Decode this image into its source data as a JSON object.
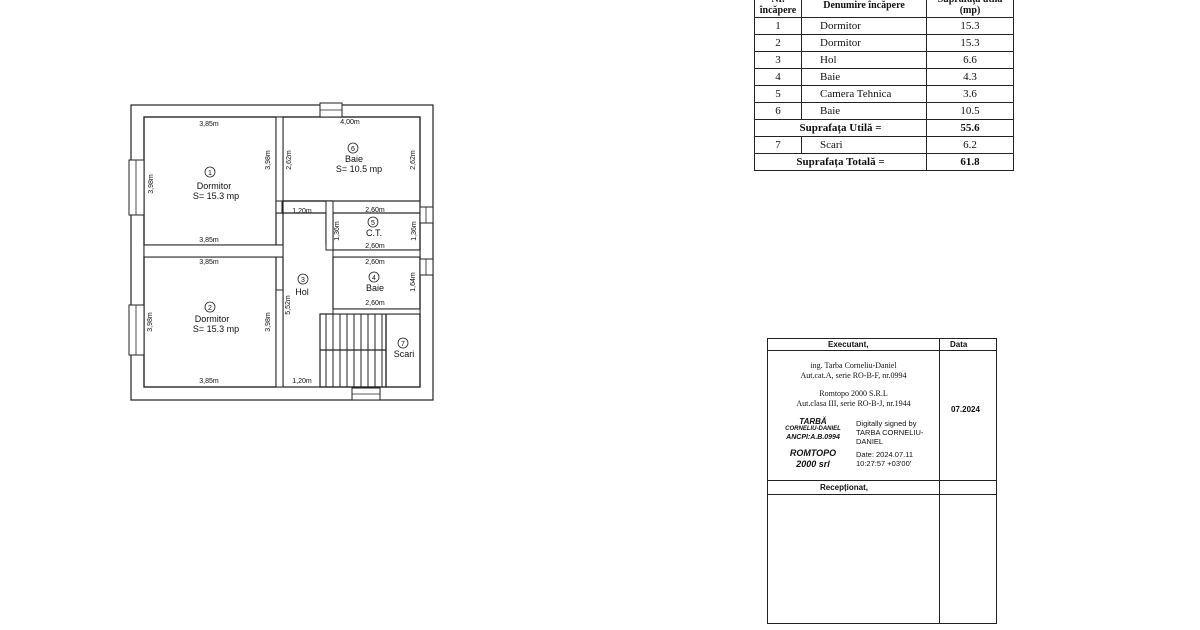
{
  "plan": {
    "rooms": [
      {
        "num": "1",
        "name": "Dormitor",
        "area": "S= 15.3 mp"
      },
      {
        "num": "2",
        "name": "Dormitor",
        "area": "S= 15.3 mp"
      },
      {
        "num": "3",
        "name": "Hol"
      },
      {
        "num": "4",
        "name": "Baie"
      },
      {
        "num": "5",
        "name": "C.T."
      },
      {
        "num": "6",
        "name": "Baie",
        "area": "S= 10.5 mp"
      },
      {
        "num": "7",
        "name": "Scari"
      }
    ],
    "dims": {
      "d385a": "3,85m",
      "d385b": "3,85m",
      "d385c": "3,85m",
      "d385d": "3,85m",
      "d400": "4,00m",
      "d120a": "1,20m",
      "d120b": "1,20m",
      "d260a": "2,60m",
      "d260b": "2,60m",
      "d260c": "2,60m",
      "d260d": "2,60m",
      "d398a": "3,98m",
      "d398b": "3,98m",
      "d398c": "3,98m",
      "d398d": "3,98m",
      "d262a": "2,62m",
      "d262b": "2,62m",
      "d136a": "1,36m",
      "d136b": "1,36m",
      "d164": "1,64m",
      "d552": "5,52m"
    }
  },
  "table": {
    "headers": [
      "Nr. încăpere",
      "Denumire încăpere",
      "Suprafața utilă (mp)"
    ],
    "rows": [
      {
        "nr": "1",
        "name": "Dormitor",
        "area": "15.3"
      },
      {
        "nr": "2",
        "name": "Dormitor",
        "area": "15.3"
      },
      {
        "nr": "3",
        "name": "Hol",
        "area": "6.6"
      },
      {
        "nr": "4",
        "name": "Baie",
        "area": "4.3"
      },
      {
        "nr": "5",
        "name": "Camera Tehnica",
        "area": "3.6"
      },
      {
        "nr": "6",
        "name": "Baie",
        "area": "10.5"
      }
    ],
    "util_label": "Suprafața Utilă =",
    "util_value": "55.6",
    "stairs": {
      "nr": "7",
      "name": "Scari",
      "area": "6.2"
    },
    "total_label": "Suprafața Totală =",
    "total_value": "61.8"
  },
  "title_block": {
    "executant_label": "Executant,",
    "data_label": "Data",
    "line1": "ing. Tarba Corneliu-Daniel",
    "line2": "Aut.cat.A, serie RO-B-F, nr.0994",
    "line3": "Romtopo 2000 S.R.L",
    "line4": "Aut.clasa III, serie RO-B-J, nr.1944",
    "date": "07.2024",
    "stamp1": "TARBĂ",
    "stamp2": "CORNELIU-DANIEL",
    "stamp3": "ANCPI:A.B.0994",
    "stamp4": "ROMTOPO",
    "stamp5": "2000 srl",
    "sig1": "Digitally signed by",
    "sig2": "TARBA CORNELIU-",
    "sig3": "DANIEL",
    "sig4": "Date: 2024.07.11",
    "sig5": "10:27:57 +03'00'",
    "receptionat_label": "Recepționat,"
  }
}
